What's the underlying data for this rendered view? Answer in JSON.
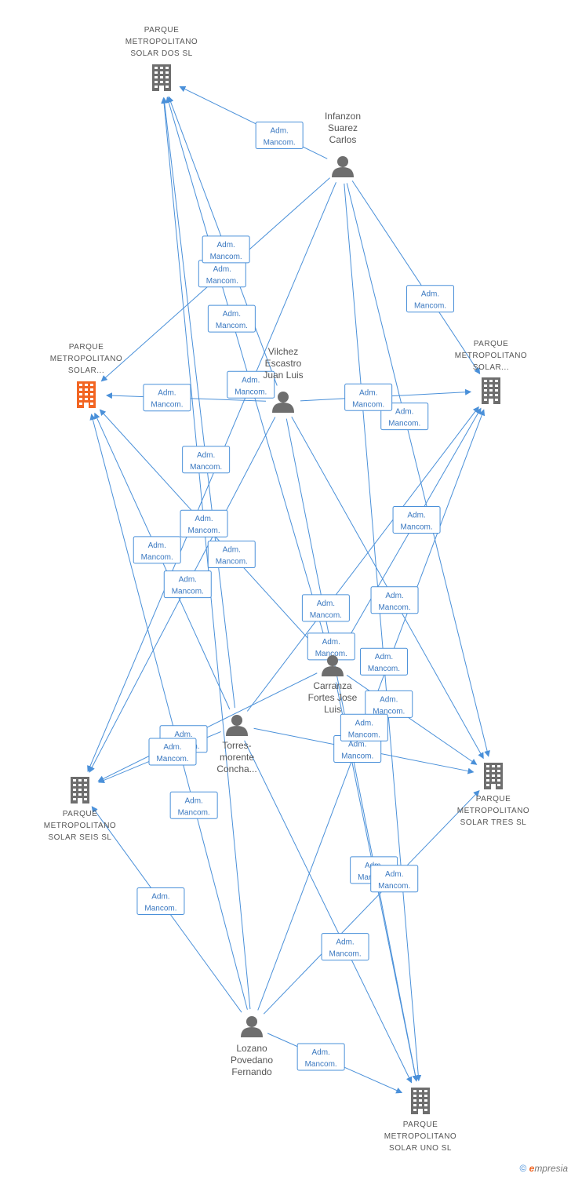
{
  "companies": [
    {
      "id": "dos",
      "lines": [
        "PARQUE",
        "METROPOLITANO",
        "SOLAR DOS SL"
      ],
      "color": "#6e6e6e"
    },
    {
      "id": "focus",
      "lines": [
        "PARQUE",
        "METROPOLITANO",
        "SOLAR..."
      ],
      "color": "#f26522"
    },
    {
      "id": "right",
      "lines": [
        "PARQUE",
        "METROPOLITANO",
        "SOLAR..."
      ],
      "color": "#6e6e6e"
    },
    {
      "id": "seis",
      "lines": [
        "PARQUE",
        "METROPOLITANO",
        "SOLAR SEIS SL"
      ],
      "color": "#6e6e6e"
    },
    {
      "id": "tres",
      "lines": [
        "PARQUE",
        "METROPOLITANO",
        "SOLAR TRES SL"
      ],
      "color": "#6e6e6e"
    },
    {
      "id": "uno",
      "lines": [
        "PARQUE",
        "METROPOLITANO",
        "SOLAR UNO SL"
      ],
      "color": "#6e6e6e"
    }
  ],
  "persons": [
    {
      "id": "infanzon",
      "lines": [
        "Infanzon",
        "Suarez",
        "Carlos"
      ]
    },
    {
      "id": "vilchez",
      "lines": [
        "Vilchez",
        "Escastro",
        "Juan Luis"
      ]
    },
    {
      "id": "carranza",
      "lines": [
        "Carranza",
        "Fortes Jose",
        "Luis"
      ]
    },
    {
      "id": "torres",
      "lines": [
        "Torres-",
        "morente",
        "Concha..."
      ]
    },
    {
      "id": "lozano",
      "lines": [
        "Lozano",
        "Povedano",
        "Fernando"
      ]
    }
  ],
  "edge_label": [
    "Adm.",
    "Mancom."
  ],
  "edges": [
    {
      "from": "infanzon",
      "to": "dos"
    },
    {
      "from": "infanzon",
      "to": "focus"
    },
    {
      "from": "infanzon",
      "to": "right"
    },
    {
      "from": "infanzon",
      "to": "tres"
    },
    {
      "from": "infanzon",
      "to": "uno"
    },
    {
      "from": "infanzon",
      "to": "seis"
    },
    {
      "from": "vilchez",
      "to": "dos"
    },
    {
      "from": "vilchez",
      "to": "focus"
    },
    {
      "from": "vilchez",
      "to": "right"
    },
    {
      "from": "vilchez",
      "to": "tres"
    },
    {
      "from": "vilchez",
      "to": "uno"
    },
    {
      "from": "vilchez",
      "to": "seis"
    },
    {
      "from": "carranza",
      "to": "dos"
    },
    {
      "from": "carranza",
      "to": "focus"
    },
    {
      "from": "carranza",
      "to": "right"
    },
    {
      "from": "carranza",
      "to": "tres"
    },
    {
      "from": "carranza",
      "to": "uno"
    },
    {
      "from": "carranza",
      "to": "seis"
    },
    {
      "from": "torres",
      "to": "dos"
    },
    {
      "from": "torres",
      "to": "focus"
    },
    {
      "from": "torres",
      "to": "right"
    },
    {
      "from": "torres",
      "to": "tres"
    },
    {
      "from": "torres",
      "to": "uno"
    },
    {
      "from": "torres",
      "to": "seis"
    },
    {
      "from": "lozano",
      "to": "dos"
    },
    {
      "from": "lozano",
      "to": "focus"
    },
    {
      "from": "lozano",
      "to": "right"
    },
    {
      "from": "lozano",
      "to": "tres"
    },
    {
      "from": "lozano",
      "to": "uno"
    },
    {
      "from": "lozano",
      "to": "seis"
    }
  ],
  "footer": {
    "copyright": "©",
    "brand_e": "e",
    "brand_rest": "mpresia"
  }
}
